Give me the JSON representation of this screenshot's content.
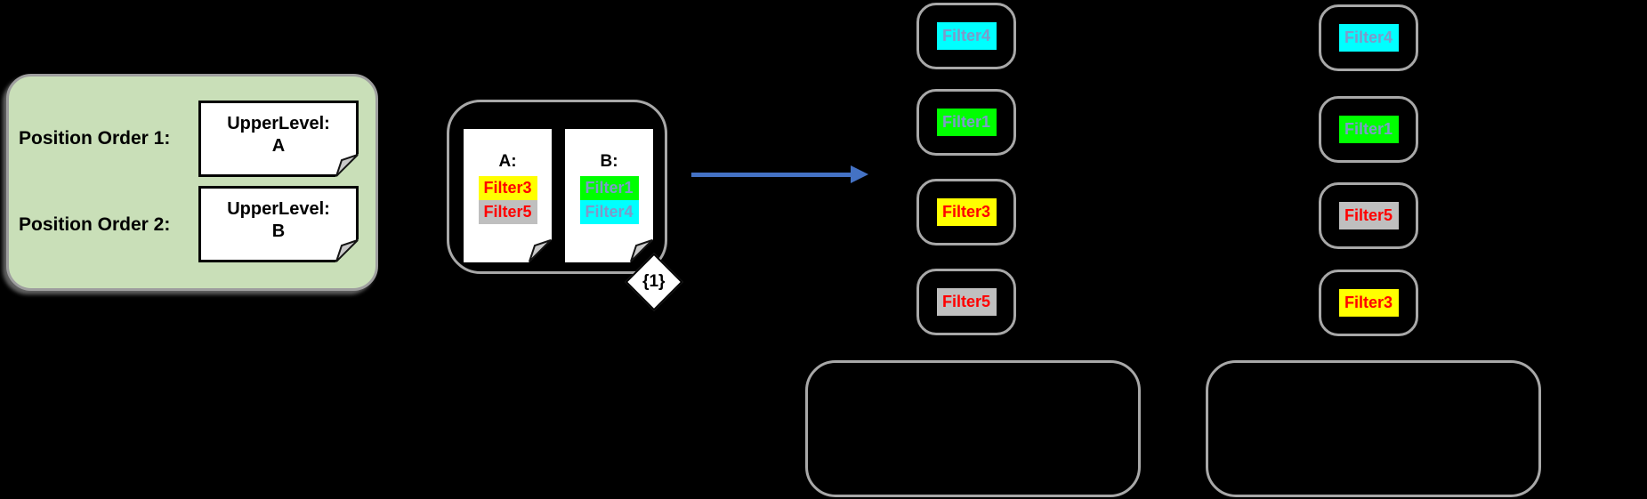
{
  "colors": {
    "background": "#000000",
    "legend_fill": "#C9DFB8",
    "panel_border": "#A8A8A8",
    "arrow": "#4472C4",
    "filter_yellow": "#FFFF00",
    "filter_gray": "#BFBFBF",
    "filter_green": "#00FF00",
    "filter_cyan": "#00FFFF",
    "red_text": "#FF0000",
    "blue_gray_text": "#7E9ACA"
  },
  "legend": {
    "rows": [
      {
        "label": "Position Order 1:",
        "note_line1": "UpperLevel:",
        "note_line2": "A"
      },
      {
        "label": "Position Order 2:",
        "note_line1": "UpperLevel:",
        "note_line2": "B"
      }
    ]
  },
  "source_group": {
    "badge": "{1}",
    "documents": [
      {
        "title": "A:",
        "filters": [
          {
            "label": "Filter3",
            "bg": "#FFFF00",
            "fg": "#FF0000"
          },
          {
            "label": "Filter5",
            "bg": "#BFBFBF",
            "fg": "#FF0000"
          }
        ]
      },
      {
        "title": "B:",
        "filters": [
          {
            "label": "Filter1",
            "bg": "#00FF00",
            "fg": "#7E9ACA"
          },
          {
            "label": "Filter4",
            "bg": "#00FFFF",
            "fg": "#7E9ACA"
          }
        ]
      }
    ]
  },
  "result_columns": [
    {
      "name": "position-order-1-result",
      "chips": [
        {
          "label": "Filter4",
          "bg": "#00FFFF",
          "fg": "#7E9ACA"
        },
        {
          "label": "Filter1",
          "bg": "#00FF00",
          "fg": "#7E9ACA"
        },
        {
          "label": "Filter3",
          "bg": "#FFFF00",
          "fg": "#FF0000"
        },
        {
          "label": "Filter5",
          "bg": "#BFBFBF",
          "fg": "#FF0000"
        }
      ]
    },
    {
      "name": "position-order-2-result",
      "chips": [
        {
          "label": "Filter4",
          "bg": "#00FFFF",
          "fg": "#7E9ACA"
        },
        {
          "label": "Filter1",
          "bg": "#00FF00",
          "fg": "#7E9ACA"
        },
        {
          "label": "Filter5",
          "bg": "#BFBFBF",
          "fg": "#FF0000"
        },
        {
          "label": "Filter3",
          "bg": "#FFFF00",
          "fg": "#FF0000"
        }
      ]
    }
  ]
}
